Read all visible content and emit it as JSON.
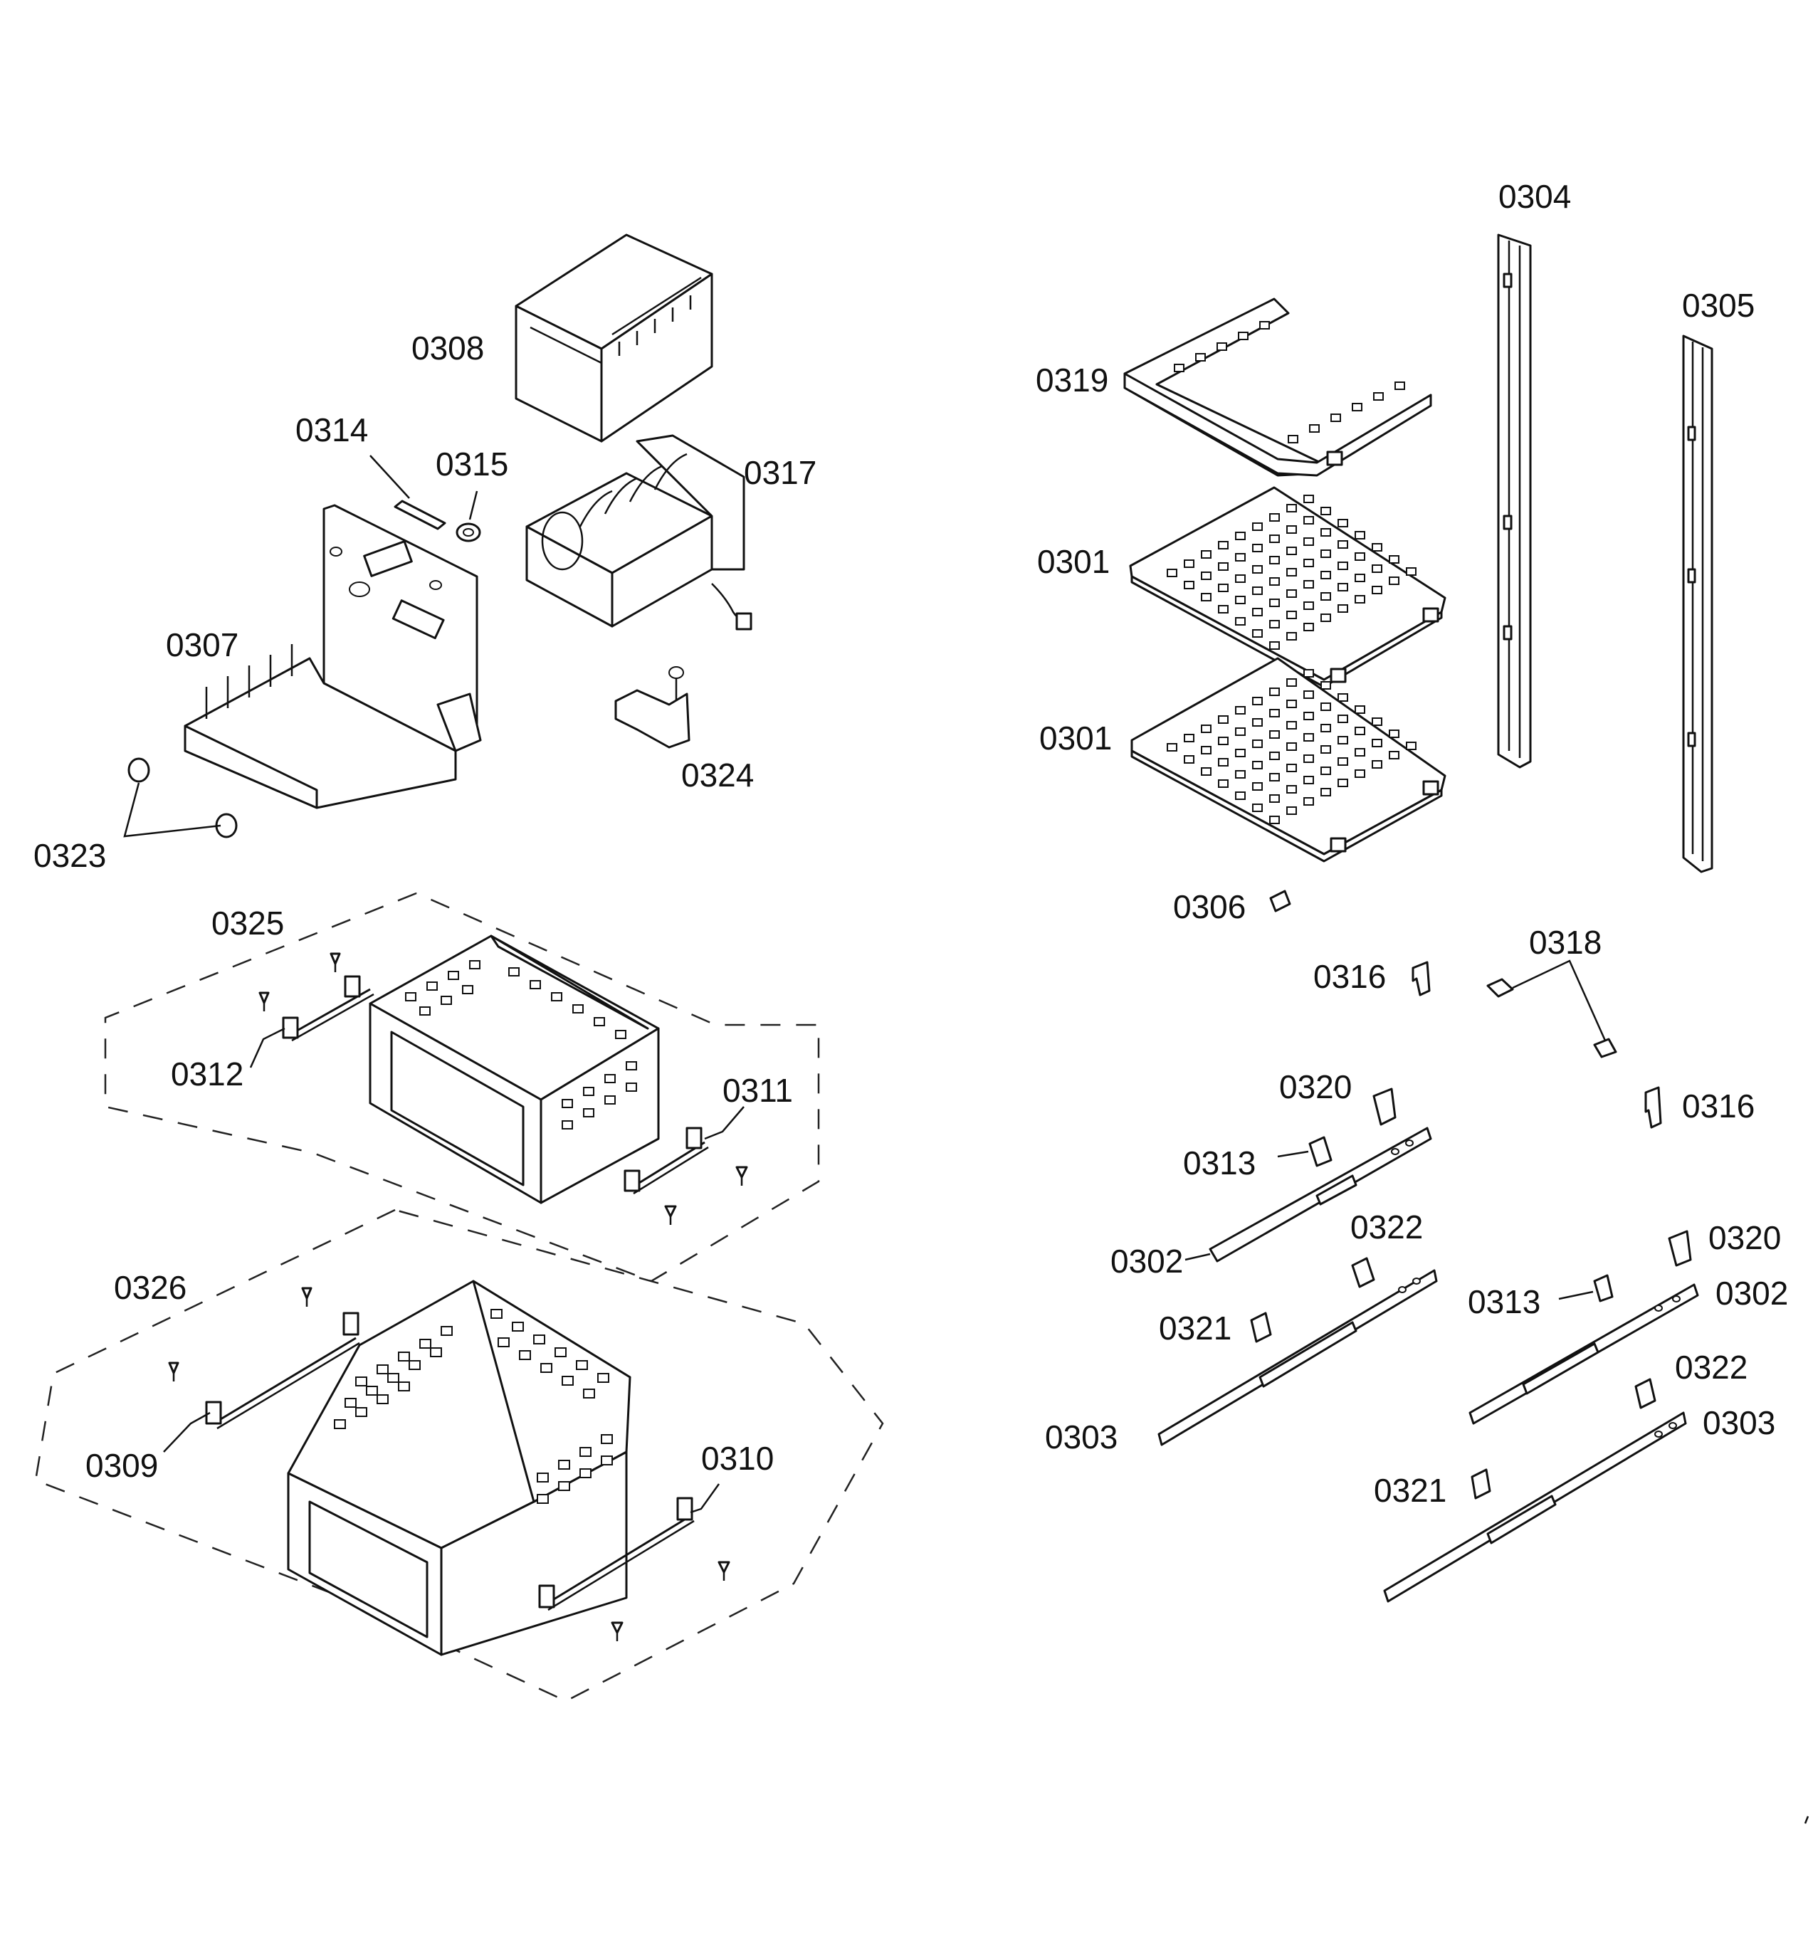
{
  "labels": {
    "p0308": "0308",
    "p0314": "0314",
    "p0315": "0315",
    "p0317": "0317",
    "p0307": "0307",
    "p0324": "0324",
    "p0323": "0323",
    "p0325": "0325",
    "p0312": "0312",
    "p0311": "0311",
    "p0326": "0326",
    "p0309": "0309",
    "p0310": "0310",
    "p0304": "0304",
    "p0305": "0305",
    "p0319": "0319",
    "p0301a": "0301",
    "p0301b": "0301",
    "p0306": "0306",
    "p0316a": "0316",
    "p0318": "0318",
    "p0316b": "0316",
    "p0320a": "0320",
    "p0313a": "0313",
    "p0302a": "0302",
    "p0322a": "0322",
    "p0321a": "0321",
    "p0303a": "0303",
    "p0320b": "0320",
    "p0313b": "0313",
    "p0302b": "0302",
    "p0322b": "0322",
    "p0303b": "0303",
    "p0321b": "0321"
  }
}
